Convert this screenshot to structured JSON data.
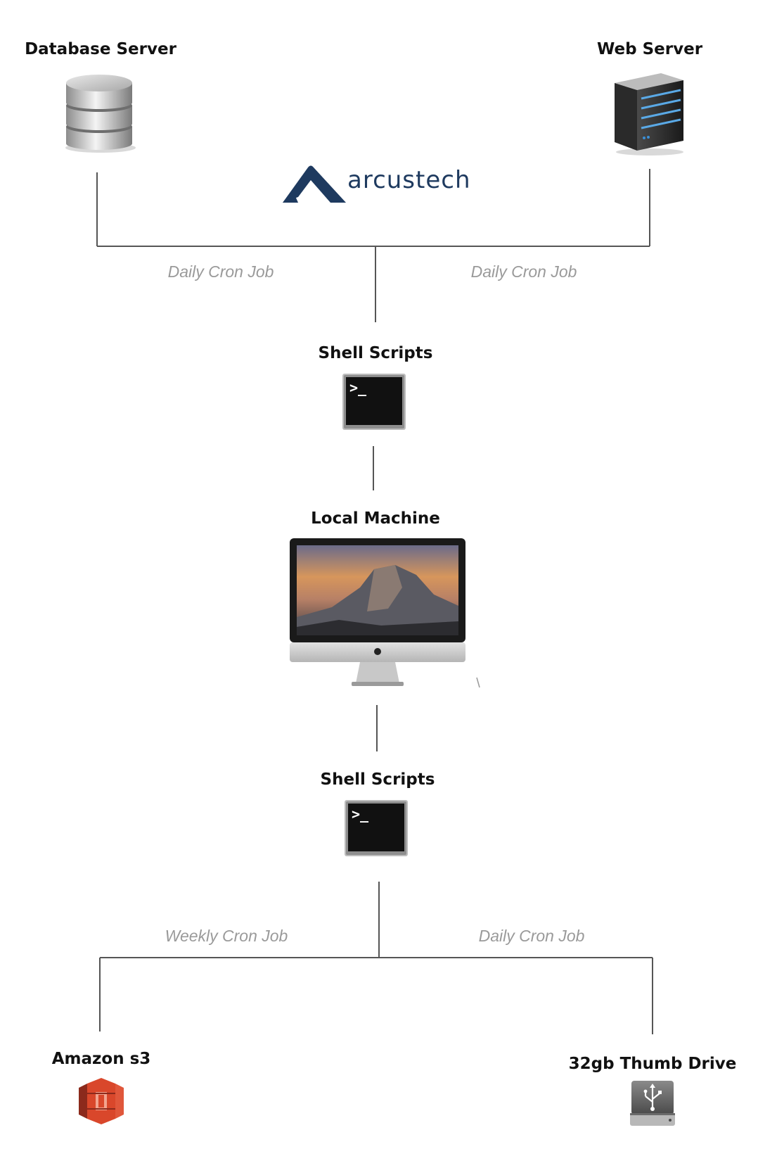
{
  "brand": {
    "name": "arcustech"
  },
  "nodes": {
    "database_server": "Database Server",
    "web_server": "Web Server",
    "shell_scripts_top": "Shell Scripts",
    "local_machine": "Local Machine",
    "shell_scripts_bottom": "Shell Scripts",
    "amazon_s3": "Amazon s3",
    "thumb_drive": "32gb Thumb Drive"
  },
  "edges": {
    "db_to_scripts": "Daily Cron Job",
    "web_to_scripts": "Daily Cron Job",
    "scripts_to_s3": "Weekly Cron Job",
    "scripts_to_drive": "Daily Cron Job"
  },
  "icons": {
    "database_server": "database-icon",
    "web_server": "server-rack-icon",
    "shell_scripts_top": "terminal-icon",
    "local_machine": "imac-icon",
    "shell_scripts_bottom": "terminal-icon",
    "amazon_s3": "aws-s3-icon",
    "thumb_drive": "usb-drive-icon"
  },
  "colors": {
    "brand": "#1e3a5f",
    "connector": "#555555",
    "edge_label": "#9a9a9a",
    "s3_red": "#d9472b"
  }
}
